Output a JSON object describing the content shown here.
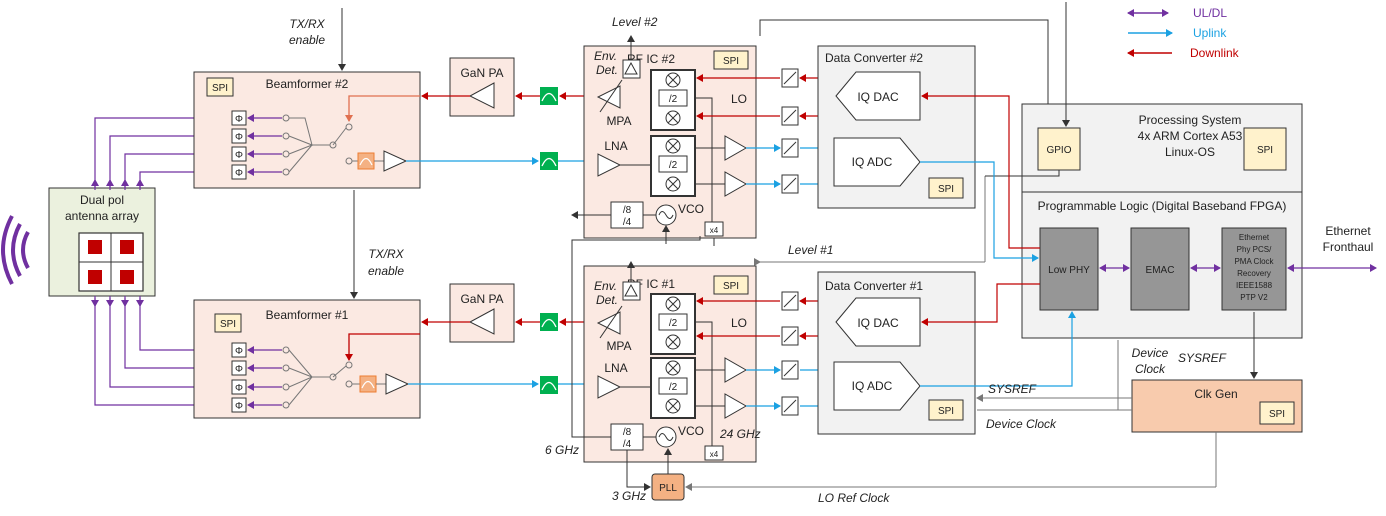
{
  "legend": {
    "ul_dl": "UL/DL",
    "uplink": "Uplink",
    "downlink": "Downlink",
    "colors": {
      "ul_dl": "#7030a0",
      "uplink": "#1ba1e2",
      "downlink": "#c00000"
    }
  },
  "antenna": {
    "label_line1": "Dual pol",
    "label_line2": "antenna array"
  },
  "beamformer2": {
    "title": "Beamformer #2",
    "spi": "SPI"
  },
  "beamformer1": {
    "title": "Beamformer #1",
    "spi": "SPI"
  },
  "phase_symbol": "Φ",
  "txrx_top": {
    "line1": "TX/RX",
    "line2": "enable"
  },
  "txrx_mid": {
    "line1": "TX/RX",
    "line2": "enable"
  },
  "gan_pa_top": "GaN PA",
  "gan_pa_bottom": "GaN PA",
  "rfic2": {
    "title": "RF IC #2",
    "spi": "SPI",
    "env_det": "Env.",
    "env_det2": "Det.",
    "mpa": "MPA",
    "lna": "LNA",
    "lo": "LO",
    "vco": "VCO",
    "div2_top": "/2",
    "div2_bottom": "/2",
    "div8": "/8",
    "div4": "/4",
    "x4": "x4"
  },
  "rfic1": {
    "title": "RF IC #1",
    "spi": "SPI",
    "env_det": "Env.",
    "env_det2": "Det.",
    "mpa": "MPA",
    "lna": "LNA",
    "lo": "LO",
    "vco": "VCO",
    "div2_top": "/2",
    "div2_bottom": "/2",
    "div8": "/8",
    "div4": "/4",
    "x4": "x4"
  },
  "level2": "Level #2",
  "level1": "Level #1",
  "dc2": {
    "title": "Data Converter #2",
    "dac": "IQ DAC",
    "adc": "IQ ADC",
    "spi": "SPI"
  },
  "dc1": {
    "title": "Data Converter #1",
    "dac": "IQ DAC",
    "adc": "IQ ADC",
    "spi": "SPI"
  },
  "ps": {
    "title": "Processing System",
    "line2": "4x ARM Cortex A53",
    "line3": "Linux-OS",
    "spi": "SPI",
    "gpio": "GPIO"
  },
  "pl": {
    "title": "Programmable Logic (Digital Baseband FPGA)",
    "low_phy": "Low PHY",
    "emac": "EMAC",
    "eth_lines": [
      "Ethernet",
      "Phy PCS/",
      "PMA Clock",
      "Recovery",
      "IEEE1588",
      "PTP V2"
    ]
  },
  "ethernet": {
    "line1": "Ethernet",
    "line2": "Fronthaul"
  },
  "clkgen": {
    "title": "Clk Gen",
    "spi": "SPI"
  },
  "sysref_mid": "SYSREF",
  "sysref_right": "SYSREF",
  "device_clock_mid": "Device Clock",
  "device_clock_right1": "Device",
  "device_clock_right2": "Clock",
  "pll": "PLL",
  "freq_6g": "6 GHz",
  "freq_24g": "24 GHz",
  "freq_3g": "3 GHz",
  "lo_ref": "LO Ref Clock"
}
